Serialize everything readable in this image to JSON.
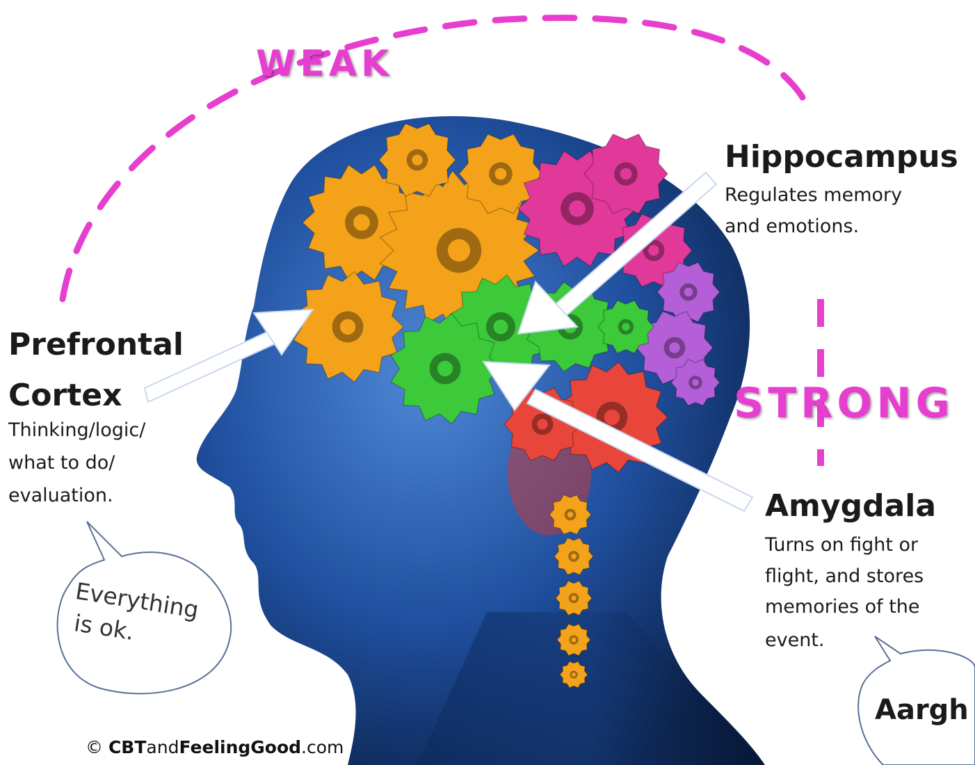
{
  "colors": {
    "accent_pink": "#e63fd0",
    "head_blue": "#1f4f9e",
    "gear_orange": "#f3a21a",
    "gear_green": "#3cc93a",
    "gear_magenta": "#e0399a",
    "gear_red": "#e8463a",
    "gear_purple": "#b45ed8"
  },
  "labels": {
    "weak": "WEAK",
    "strong": "STRONG"
  },
  "regions": {
    "hippocampus": {
      "title": "Hippocampus",
      "desc_line1": "Regulates memory",
      "desc_line2": "and emotions."
    },
    "prefrontal": {
      "title_line1": "Prefrontal",
      "title_line2": "Cortex",
      "desc_line1": "Thinking/logic/",
      "desc_line2": "what to do/",
      "desc_line3": "evaluation."
    },
    "amygdala": {
      "title": "Amygdala",
      "desc_line1": "Turns on fight or",
      "desc_line2": "flight, and stores",
      "desc_line3": "memories of the",
      "desc_line4": "event."
    }
  },
  "bubbles": {
    "left_line1": "Everything",
    "left_line2": "is ok.",
    "right": "Aargh"
  },
  "copyright": {
    "symbol": "©",
    "brand_cbt": "CBT",
    "brand_and": "and",
    "brand_feeling": "FeelingGood",
    "brand_tld": ".com"
  }
}
